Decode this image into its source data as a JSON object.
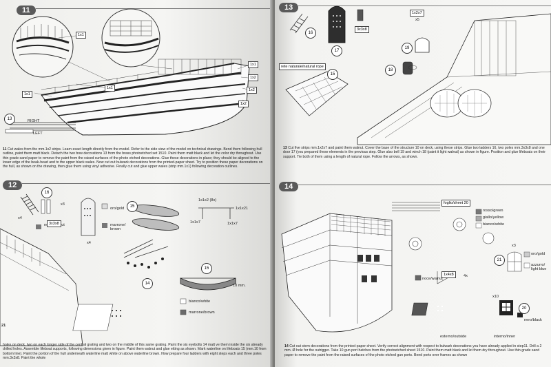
{
  "left_page": {
    "step11": {
      "number": "11",
      "labels": {
        "a": "1x1",
        "b": "1x1",
        "c": "1x1",
        "d": "1x2",
        "e": "1x2",
        "f": "1x1",
        "g": "13",
        "right": "RIGHT",
        "left": "LEFT"
      },
      "text_lead": "11",
      "text": "Cut wales from the mm.1x2 strips. Learn exact length directly from the model. Refer to the side view of the model on technical drawings. Bend them following hull outline, paint them matt black. Detach the two bow decorations 13 from the brass photoetched set 1510. Paint them matt black and let the color dry throughout. Use thin grade sand paper to remove the paint from the raised surfaces of the photo etched decorations. Glue these decorations in place; they should be aligned to the lower edge of the beak-head and to the upper black wales. Now cut out bulwark decorations from the printed-paper sheet. Try to position these paper decorations on the hull, as shown on the drawing, then glue them using vinyl adhesive. Finally cut and glue upper wales (strip mm.1x1) following decoration outlines."
    },
    "step12": {
      "number": "12",
      "labels": {
        "n16": "16",
        "x3": "x3",
        "x4a": "x4",
        "noce": "noce/walnut",
        "mm3x3": "3x3x8",
        "oro": "oro/gold",
        "marrone": "marrone/ brown",
        "x4b": "x4",
        "n15a": "15",
        "n14": "14",
        "s1": "1x1x2 (8x)",
        "s2": "1x1x21",
        "s3": "1x1x7",
        "s4": "1x1x7",
        "n15b": "15",
        "mm10": "10 mm.",
        "bianco": "bianco/white",
        "marrone2": "marrone/brown",
        "n21": "21"
      },
      "text": "holes on deck, two on each longer side of the central grating and two on the middle of this same grating. Paint the six eyebolts 14 matt ve them inside the six already drilled holes. Assemble lifeboat supports, following dimensions given in figure. Paint them walnut and glue etting as shown. Mark waterline on lifeboats 15 (mm.10 from bottom line). Paint the portion of the hull underneath waterline matt white on above waterline brown. Now prepare four ladders with eight steps each and three poles mm.3x3x8. Paint the whole"
    }
  },
  "right_page": {
    "step13": {
      "number": "13",
      "labels": {
        "n16": "16",
        "n17": "17",
        "x3": "3x3x8",
        "s127": "1x2x7",
        "x5": "x5",
        "n18": "18",
        "n19": "19",
        "n15": "15",
        "rope": "rete naturale/natural rope"
      },
      "text_lead": "13",
      "text": "Cut five strips mm.1x2x7 and paint them walnut. Cover the base of the structure 10 on deck, using these strips. Glue two ladders 16, two poles mm.3x3x8 and one door 17 (you prepared these elements in the previous step. Glue also bell 19 and winch 18 (paint it light walnut) as shown in figure. Position and glue lifeboats on their support. Tie both of them using a length of natural rope. Follow the arrows, as shown."
    },
    "step14": {
      "number": "14",
      "labels": {
        "sheet": "foglio/sheet 20",
        "c1": "rosso/green",
        "c2": "giallo/yellow",
        "c3": "bianco/white",
        "x3": "x3",
        "oro": "oro/gold",
        "azzurro": "azzurro/ light blue",
        "n21": "21",
        "x4": "4x",
        "mm148": "1x4x8",
        "noce": "noce/walnut",
        "x10": "x10",
        "n20": "20",
        "nero": "nero/black",
        "esterno": "esterno/outside",
        "interno": "interno/inner"
      },
      "text_lead": "14",
      "text": "Cut out stern decorations from the printed-paper sheet. Verify correct alignment with respect to bulwark decorations you have already applied in step11. Drill a 2 mm. Ø hole for the outrigger. Take 10 gun port hatches from the photoetched sheet 1510. Paint them matt black and let them dry throughout. Use thin grade sand paper to remove the paint from the raised surfaces of the photo etched gun ports. Bend ports over frames as shown"
    }
  },
  "colors": {
    "badge": "#5a5a5a",
    "ink": "#222222",
    "paper": "#f4f4f2",
    "walnut": "#6a6a6a",
    "black": "#222222",
    "white": "#ffffff"
  }
}
